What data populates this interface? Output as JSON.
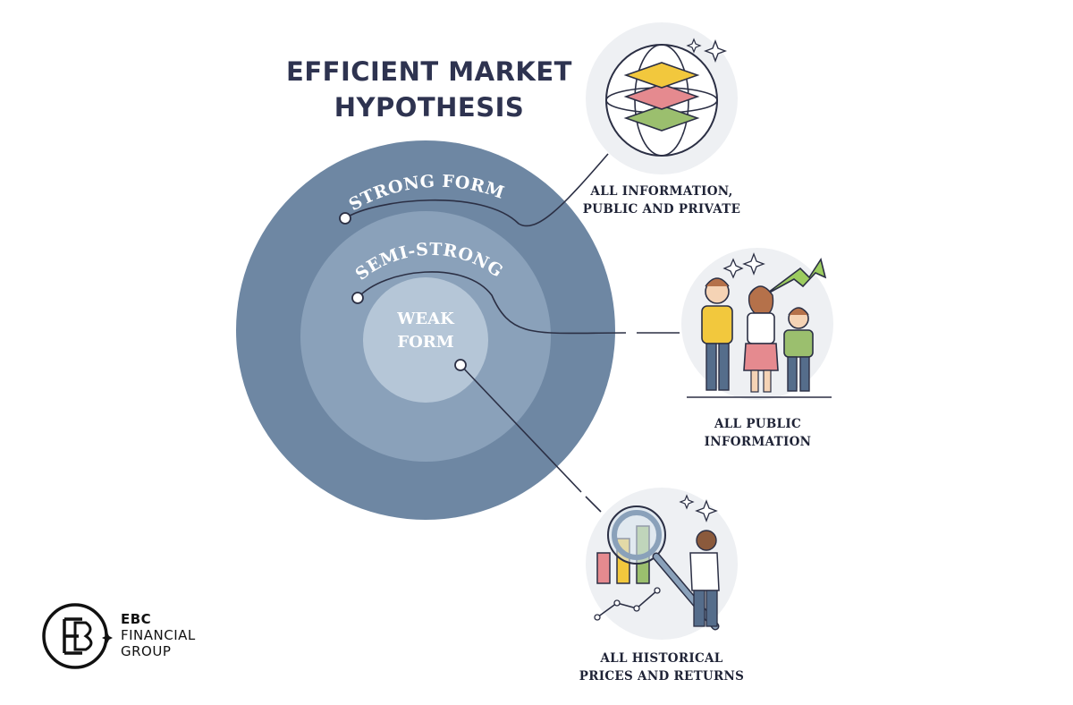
{
  "title": {
    "line1": "EFFICIENT MARKET",
    "line2": "HYPOTHESIS"
  },
  "rings": {
    "strong": "STRONG FORM",
    "semi": "SEMI-STRONG",
    "weak_line1": "WEAK",
    "weak_line2": "FORM"
  },
  "captions": {
    "all_info": {
      "line1": "ALL INFORMATION,",
      "line2": "PUBLIC AND PRIVATE"
    },
    "public_info": {
      "line1": "ALL PUBLIC",
      "line2": "INFORMATION"
    },
    "historical": {
      "line1": "ALL HISTORICAL",
      "line2": "PRICES AND RETURNS"
    }
  },
  "logo": {
    "line1": "EBC",
    "line2": "FINANCIAL",
    "line3": "GROUP"
  },
  "colors": {
    "outer_ring": "#6e87a3",
    "middle_ring": "#8aa1ba",
    "inner_circle": "#b5c6d7",
    "title_text": "#2e3350",
    "icon_yellow": "#f2c83d",
    "icon_pink": "#e58a8f",
    "icon_green": "#9bbf6e",
    "arrow_green": "#9ccc5f"
  }
}
